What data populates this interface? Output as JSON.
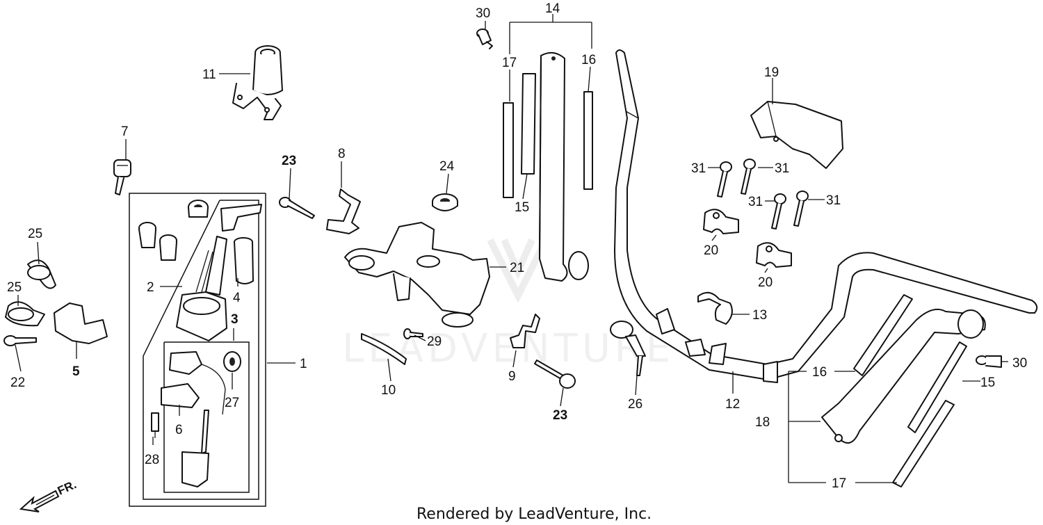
{
  "diagram": {
    "watermark": "LEADVENTURE",
    "footer": "Rendered by LeadVenture, Inc.",
    "direction_label": "FR.",
    "callouts": {
      "c1": "1",
      "c2": "2",
      "c3": "3",
      "c4": "4",
      "c5": "5",
      "c6": "6",
      "c7": "7",
      "c8": "8",
      "c9": "9",
      "c10": "10",
      "c11": "11",
      "c12": "12",
      "c13": "13",
      "c14": "14",
      "c15a": "15",
      "c15b": "15",
      "c16a": "16",
      "c16b": "16",
      "c17a": "17",
      "c17b": "17",
      "c18": "18",
      "c19": "19",
      "c20a": "20",
      "c20b": "20",
      "c21": "21",
      "c22": "22",
      "c23a": "23",
      "c23b": "23",
      "c24": "24",
      "c25a": "25",
      "c25b": "25",
      "c26": "26",
      "c27": "27",
      "c28": "28",
      "c29": "29",
      "c30a": "30",
      "c30b": "30",
      "c31a": "31",
      "c31b": "31",
      "c31c": "31",
      "c31d": "31"
    }
  }
}
